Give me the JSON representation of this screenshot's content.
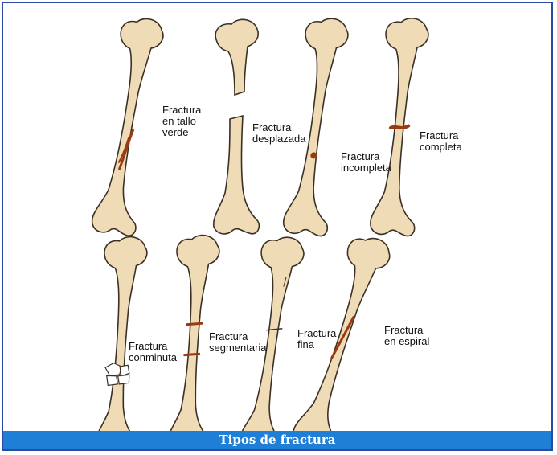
{
  "caption": "Tipos de fractura",
  "colors": {
    "frame": "#2b4aa0",
    "caption_bar": "#1f7fd6",
    "bone_fill": "#efdcb6",
    "bone_outline": "#3b3024",
    "fracture_mark": "#9a3a12"
  },
  "fracture_types": [
    {
      "id": "greenstick",
      "lines": [
        "Fractura",
        "en tallo",
        "verde"
      ]
    },
    {
      "id": "displaced",
      "lines": [
        "Fractura",
        "desplazada"
      ]
    },
    {
      "id": "incomplete",
      "lines": [
        "Fractura",
        "incompleta"
      ]
    },
    {
      "id": "complete",
      "lines": [
        "Fractura",
        "completa"
      ]
    },
    {
      "id": "comminuted",
      "lines": [
        "Fractura",
        "conminuta"
      ]
    },
    {
      "id": "segmental",
      "lines": [
        "Fractura",
        "segmentaria"
      ]
    },
    {
      "id": "hairline",
      "lines": [
        "Fractura",
        "fina"
      ]
    },
    {
      "id": "spiral",
      "lines": [
        "Fractura",
        "en espiral"
      ]
    }
  ]
}
